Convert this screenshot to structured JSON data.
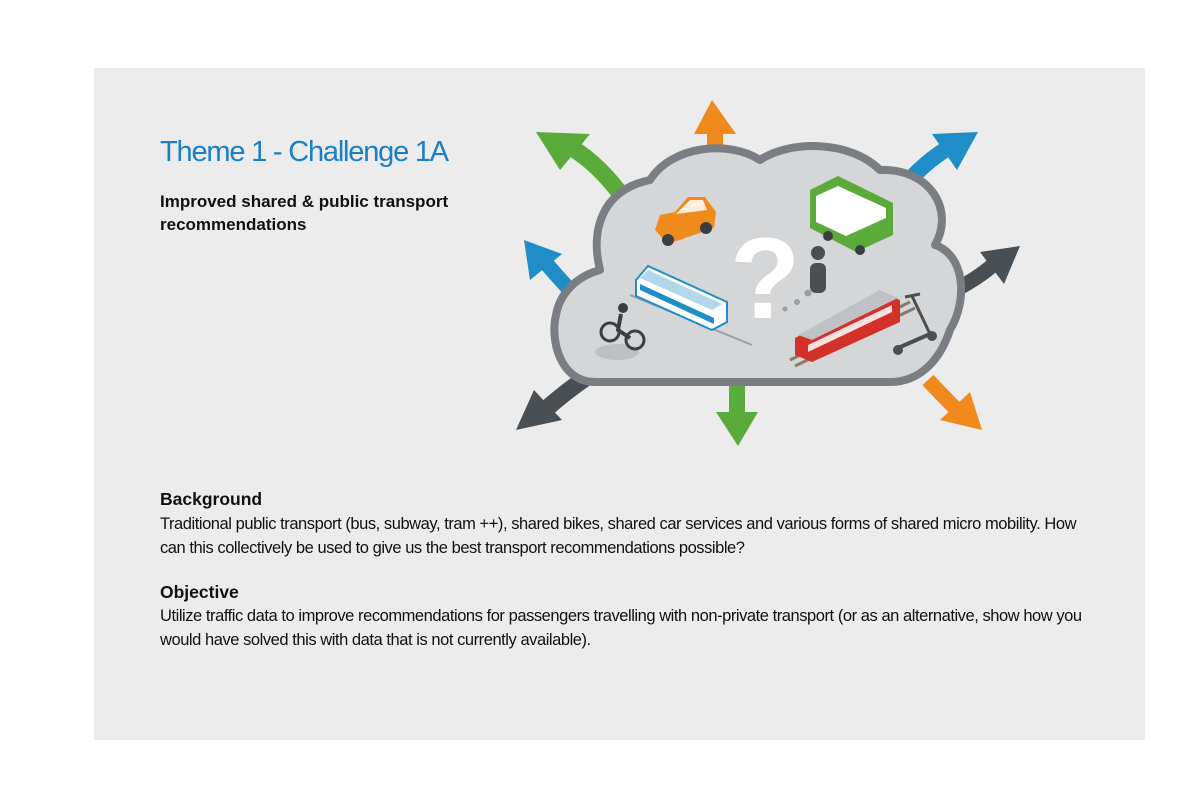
{
  "slide": {
    "title": "Theme 1 - Challenge 1A",
    "subtitle": "Improved shared & public transport recommendations"
  },
  "sections": [
    {
      "heading": "Background",
      "text": "Traditional public transport (bus, subway, tram ++), shared bikes, shared car services and various forms of shared micro mobility. How can this collectively be used to give us the best transport recommendations possible?"
    },
    {
      "heading": "Objective",
      "text": "Utilize traffic data to improve recommendations for passengers travelling with non-private transport (or as an alternative, show how you would have solved this with data that is not currently available)."
    }
  ],
  "illustration": {
    "glyph_question": "?",
    "colors": {
      "green": "#5aab3a",
      "orange": "#f08a1c",
      "blue": "#1e8dc8",
      "dark": "#4a4f53",
      "cloud_fill": "#d5d6d8",
      "cloud_stroke": "#7a7e83"
    }
  }
}
